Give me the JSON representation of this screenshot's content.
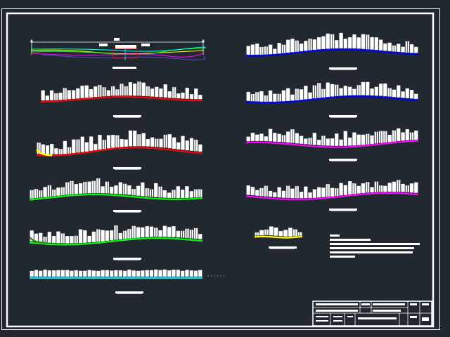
{
  "drawing": {
    "background": "#212830",
    "frame_color": "#ffffff",
    "status_text": "",
    "cross_section_plan": {
      "colors": [
        "#ffff00",
        "#00ff00",
        "#ff00ff",
        "#00ffff",
        "#ff0000",
        "#ffffff"
      ]
    },
    "profiles": [
      {
        "id": "L1",
        "column": "left",
        "line_color": "#ff0000",
        "accent_color": null,
        "seed": 11
      },
      {
        "id": "L2",
        "column": "left",
        "line_color": "#ff0000",
        "accent_color": "#ffff00",
        "seed": 23
      },
      {
        "id": "L3",
        "column": "left",
        "line_color": "#00ff00",
        "accent_color": null,
        "seed": 37
      },
      {
        "id": "L4",
        "column": "left",
        "line_color": "#00ff00",
        "accent_color": "#4a7a2a",
        "seed": 41
      },
      {
        "id": "L5",
        "column": "left",
        "line_color": "#00e5ff",
        "accent_color": null,
        "seed": 53,
        "flat": true
      },
      {
        "id": "R1",
        "column": "right",
        "line_color": "#0000ff",
        "accent_color": null,
        "seed": 61
      },
      {
        "id": "R2",
        "column": "right",
        "line_color": "#0000ff",
        "accent_color": null,
        "seed": 73
      },
      {
        "id": "R3",
        "column": "right",
        "line_color": "#ff00ff",
        "accent_color": null,
        "seed": 83
      },
      {
        "id": "R4",
        "column": "right",
        "line_color": "#ff00ff",
        "accent_color": null,
        "seed": 97
      },
      {
        "id": "R5",
        "column": "right",
        "line_color": "#ffff00",
        "accent_color": null,
        "seed": 101,
        "small": true
      }
    ],
    "legend": {
      "color": "#ffffff"
    },
    "title_block": {
      "color": "#ffffff"
    }
  }
}
